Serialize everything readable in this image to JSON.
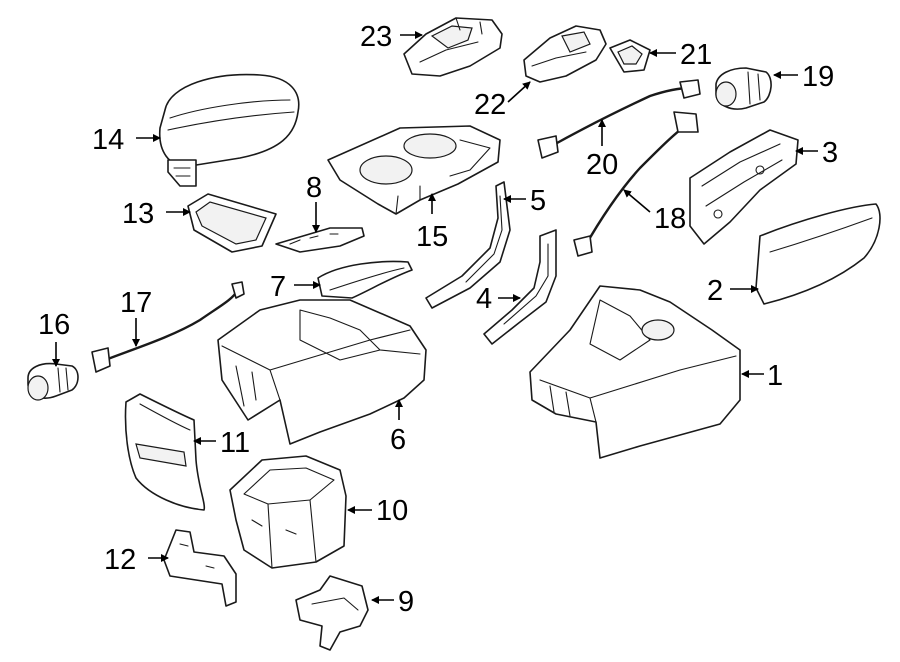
{
  "callouts": [
    "1",
    "2",
    "3",
    "4",
    "5",
    "6",
    "7",
    "8",
    "9",
    "10",
    "11",
    "12",
    "13",
    "14",
    "15",
    "16",
    "17",
    "18",
    "19",
    "20",
    "21",
    "22",
    "23"
  ]
}
